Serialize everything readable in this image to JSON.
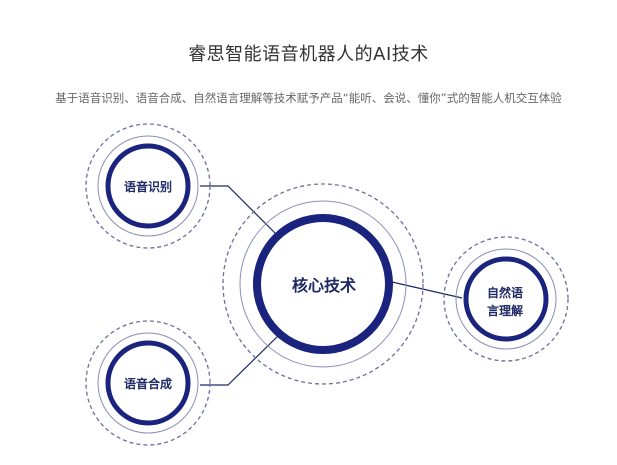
{
  "header": {
    "title": "睿思智能语音机器人的AI技术",
    "subtitle": "基于语音识别、语音合成、自然语言理解等技术赋予产品“能听、会说、懂你”式的智能人机交互体验"
  },
  "diagram": {
    "center": {
      "label": "核心技术"
    },
    "nodes": [
      {
        "id": "asr",
        "label": "语音识别"
      },
      {
        "id": "tts",
        "label": "语音合成"
      },
      {
        "id": "nlu",
        "label_line1": "自然语",
        "label_line2": "言理解"
      }
    ]
  },
  "colors": {
    "ring_dark": "#1a237e",
    "dashed": "#6b6fa0",
    "thin": "#8a8fb5",
    "line": "#1f2a66",
    "text": "#1f2a66"
  }
}
